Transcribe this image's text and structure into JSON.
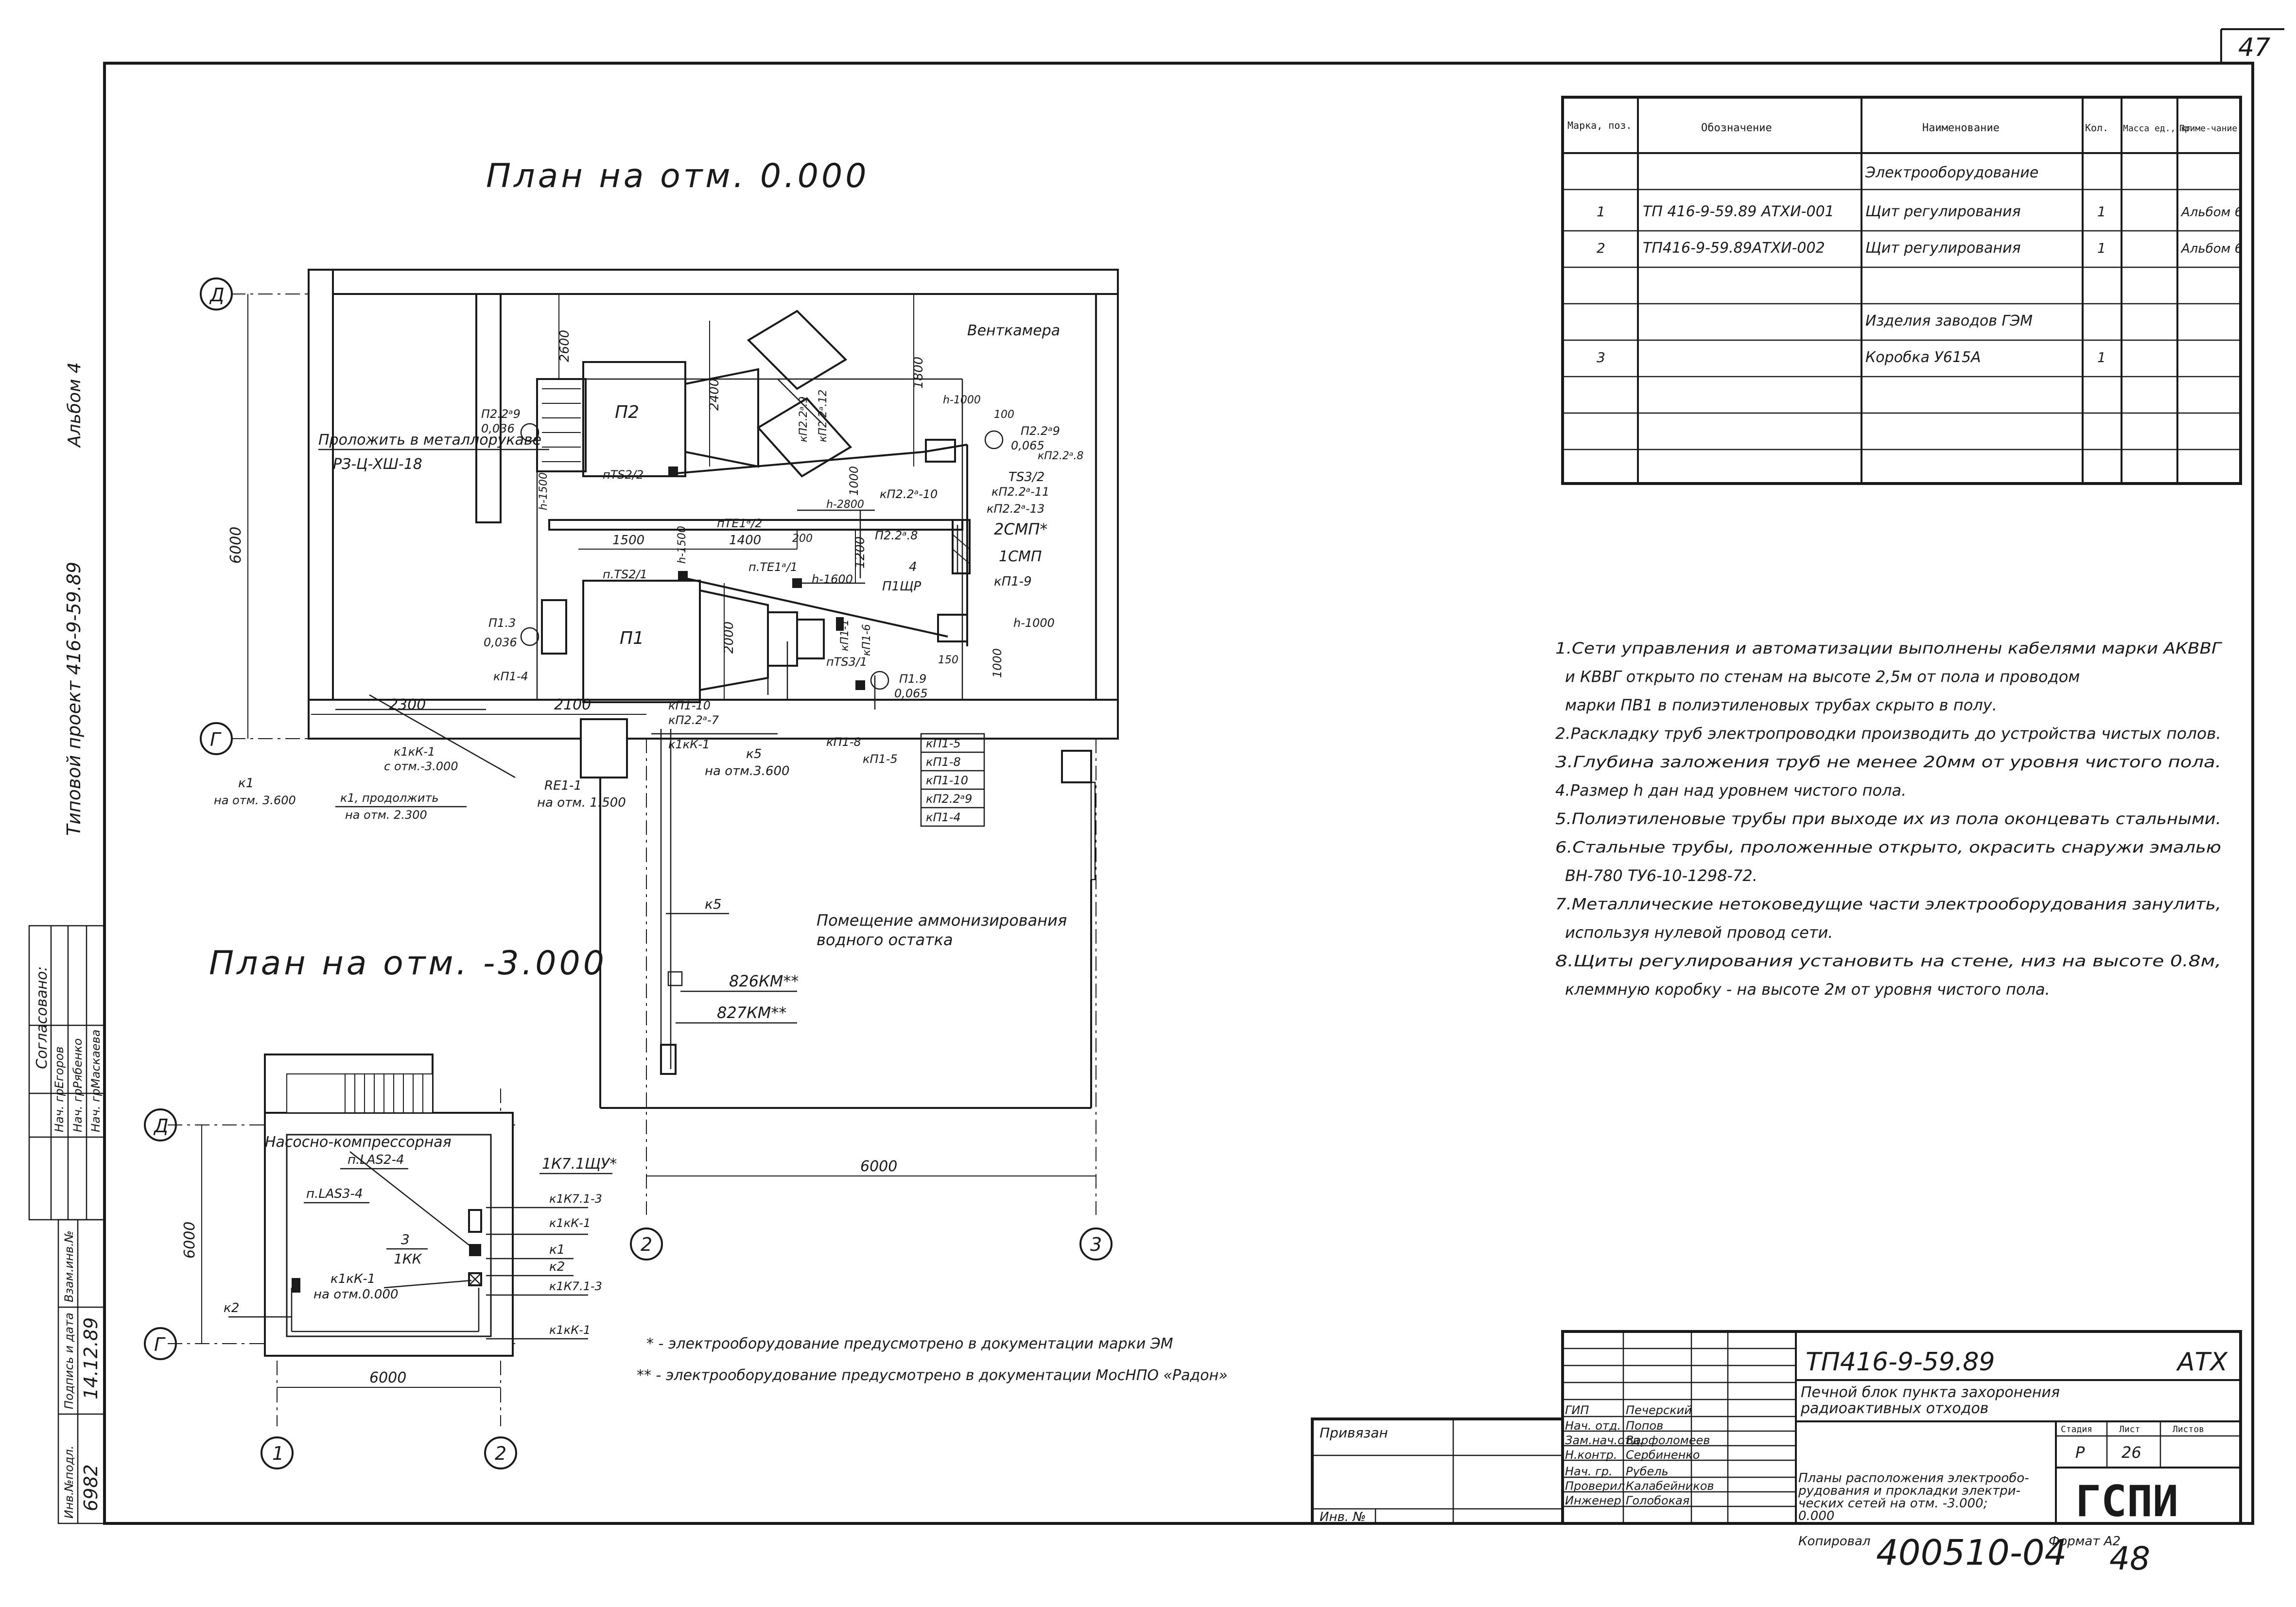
{
  "sheet": {
    "corner_number": "47",
    "album_label": "Альбом 4",
    "vertical_project": "Типовой проект 416-9-59.89",
    "signoff_title": "Согласовано:",
    "signoff_rows": [
      {
        "role": "Нач. гр.",
        "name": "Егоров"
      },
      {
        "role": "Нач. гр.",
        "name": "Рябенко"
      },
      {
        "role": "Нач. гр.",
        "name": "Маскаева"
      }
    ],
    "left_strip": [
      {
        "label": "Инв.№подл.",
        "value": "6982"
      },
      {
        "label": "Подпись и дата",
        "value": "14.12.89"
      },
      {
        "label": "Взам.инв.№",
        "value": ""
      }
    ],
    "copied_label": "Копировал",
    "format_label": "Формат А2",
    "doc_number": "400510-04",
    "page_number": "48"
  },
  "plan_0": {
    "title": "План на отм. 0.000",
    "axes": [
      "Д",
      "Г",
      "2",
      "3"
    ],
    "dims": {
      "height_6000": "6000",
      "d2300": "2300",
      "d2100": "2100",
      "d2600": "2600",
      "d2400": "2400",
      "d1800": "1800",
      "d1500": "1500",
      "d1400": "1400",
      "d1200": "1200",
      "d2000": "2000",
      "d1000a": "1000",
      "d1000b": "1000",
      "d200": "200",
      "d150": "150",
      "d100": "100",
      "d6000h": "6000"
    },
    "rooms": {
      "ventkamera": "Венткамера",
      "ammon": "Помещение аммонизирования",
      "ammon2": "водного остатка"
    },
    "equipment": {
      "p2": "П2",
      "p1": "П1"
    },
    "labels": {
      "prolozhit": "Проложить в металлорукаве",
      "rz": "РЗ-Ц-ХШ-18",
      "h1500a": "h-1500",
      "h1500b": "h-1500",
      "h1600": "h-1600",
      "h1000a": "h-1000",
      "h1000b": "h-1000",
      "h2800": "h-2800",
      "pi2_2": "П2.2ᵃ9",
      "pi2_2b": "0,036",
      "pi1_3": "П1.3",
      "pi1_3b": "0,036",
      "kp1_4": "кП1-4",
      "nts2_2": "пTS2/2",
      "nts2_1": "п.TS2/1",
      "nte1_2": "пTE1ᵃ/2",
      "nte1_1": "п.TE1ᵃ/1",
      "nts3_1": "пTS3/1",
      "ts3_2": "TS3/2",
      "kp2_2_9": "кП2.2ᵃ.9",
      "kp2_2_12": "кП2.2ᵃ.12",
      "p2_2_9": "П2.2ᵃ9",
      "p2_2_9b": "0,065",
      "kp2_2_8": "кП2.2ᵃ.8",
      "kp2_2_10": "кП2.2ᵃ-10",
      "kp2_2_11": "кП2.2ᵃ-11",
      "kp2_2_13": "кП2.2ᵃ-13",
      "p2_2_8": "П2.2ᵃ.8",
      "smp2": "2СМП*",
      "smp1": "1СМП",
      "kp1_9": "кП1-9",
      "pshr": "П1ЩР",
      "num4": "4",
      "kp1_1": "кП1-1",
      "kp1_6": "кП1-6",
      "p1_9": "П1.9",
      "p1_9b": "0,065",
      "kp1_10": "кП1-10",
      "kp2_2_7": "кП2.2ᵃ-7",
      "k1kk1a": "к1кК-1",
      "k5a": "к5",
      "k5_otm": "на отм.3.600",
      "kp1_8": "кП1-8",
      "kp1_5": "кП1-5",
      "k1kk1_otm": "к1кК-1",
      "k1kk1_otm2": "с отм.-3.000",
      "re1_1": "RE1-1",
      "re1_1b": "на отм. 1.500",
      "k1_left": "к1",
      "k1_left2": "на отм. 3.600",
      "k1_prod": "к1, продолжить",
      "k1_prod2": "на отм. 2.300",
      "k5b": "к5",
      "k26": "826КМ**",
      "k27": "827КМ**"
    },
    "cable_list": [
      "кП1-5",
      "кП1-8",
      "кП1-10",
      "кП2.2ᵃ9",
      "кП1-4"
    ]
  },
  "plan_3": {
    "title": "План на отм. -3.000",
    "room": "Насосно-компрессорная",
    "axes": [
      "Д",
      "Г",
      "1",
      "2"
    ],
    "dims": {
      "h": "6000",
      "w": "6000"
    },
    "labels": {
      "las2_4": "п.LAS2-4",
      "las3_4": "п.LAS3-4",
      "k1k7": "1К7.1ЩУ*",
      "k1k7_3a": "к1К7.1-3",
      "k1kk1a": "к1кК-1",
      "k1": "к1",
      "k2": "к2",
      "k1k7_3b": "к1К7.1-3",
      "k1kk1b": "к1кК-1",
      "num3": "3",
      "kk1": "1КК",
      "k1kk1c": "к1кК-1",
      "otm0": "на отм.0.000",
      "k2left": "к2"
    }
  },
  "spec_table": {
    "headers": [
      "Марка, поз.",
      "Обозначение",
      "Наименование",
      "Кол.",
      "Масса ед., кг",
      "Приме-чание"
    ],
    "rows": [
      {
        "pos": "",
        "code": "",
        "name": "Электрооборудование",
        "qty": "",
        "mass": "",
        "note": ""
      },
      {
        "pos": "1",
        "code": "ТП 416-9-59.89 АТХИ-001",
        "name": "Щит регулирования",
        "qty": "1",
        "mass": "",
        "note": "Альбом 6"
      },
      {
        "pos": "2",
        "code": "ТП416-9-59.89АТХИ-002",
        "name": "Щит регулирования",
        "qty": "1",
        "mass": "",
        "note": "Альбом 6"
      },
      {
        "pos": "",
        "code": "",
        "name": "",
        "qty": "",
        "mass": "",
        "note": ""
      },
      {
        "pos": "",
        "code": "",
        "name": "Изделия заводов ГЭМ",
        "qty": "",
        "mass": "",
        "note": ""
      },
      {
        "pos": "3",
        "code": "",
        "name": "Коробка      У615А",
        "qty": "1",
        "mass": "",
        "note": ""
      },
      {
        "pos": "",
        "code": "",
        "name": "",
        "qty": "",
        "mass": "",
        "note": ""
      },
      {
        "pos": "",
        "code": "",
        "name": "",
        "qty": "",
        "mass": "",
        "note": ""
      }
    ]
  },
  "notes": [
    "1.Сети управления и автоматизации выполнены кабелями марки АКВВГ",
    "и КВВГ открыто по стенам на высоте 2,5м от пола и проводом",
    "марки ПВ1 в полиэтиленовых трубах скрыто в полу.",
    "2.Раскладку труб электропроводки производить до устройства чистых полов.",
    "3.Глубина заложения труб не менее 20мм от уровня чистого пола.",
    "4.Размер h дан над уровнем чистого пола.",
    "5.Полиэтиленовые трубы при выходе их из пола оконцевать стальными.",
    "6.Стальные трубы, проложенные открыто, окрасить снаружи эмалью",
    "ВН-780  ТУ6-10-1298-72.",
    "7.Металлические нетоковедущие части электрооборудования занулить,",
    "используя нулевой провод сети.",
    "8.Щиты регулирования установить на стене, низ на высоте 0.8м,",
    "клеммную коробку - на высоте 2м от уровня чистого пола."
  ],
  "footnotes": [
    "* - электрооборудование предусмотрено в документации марки ЭМ",
    "** - электрооборудование предусмотрено в документации МосНПО «Радон»"
  ],
  "title_block": {
    "project": "ТП416-9-59.89",
    "mark": "АТХ",
    "object": "Печной блок пункта захоронения",
    "object2": "радиоактивных отходов",
    "stage_h": "Стадия",
    "sheet_h": "Лист",
    "sheets_h": "Листов",
    "stage": "Р",
    "sheet": "26",
    "sheets": "",
    "drawing": "Планы расположения электрообо-",
    "drawing2": "рудования и прокладки электри-",
    "drawing3": "ческих сетей на отм. -3.000;",
    "drawing4": "0.000",
    "org": "ГСПИ",
    "privyazan": "Привязан",
    "inv": "Инв. №",
    "roles": [
      {
        "role": "ГИП",
        "name": "Печерский"
      },
      {
        "role": "Нач. отд.",
        "name": "Попов"
      },
      {
        "role": "Зам.нач.отд.",
        "name": "Варфоломеев"
      },
      {
        "role": "Н.контр.",
        "name": "Сербиненко"
      },
      {
        "role": "Нач. гр.",
        "name": "Рубель"
      },
      {
        "role": "Проверил",
        "name": "Калабейников"
      },
      {
        "role": "Инженер",
        "name": "Голобокая"
      }
    ]
  }
}
